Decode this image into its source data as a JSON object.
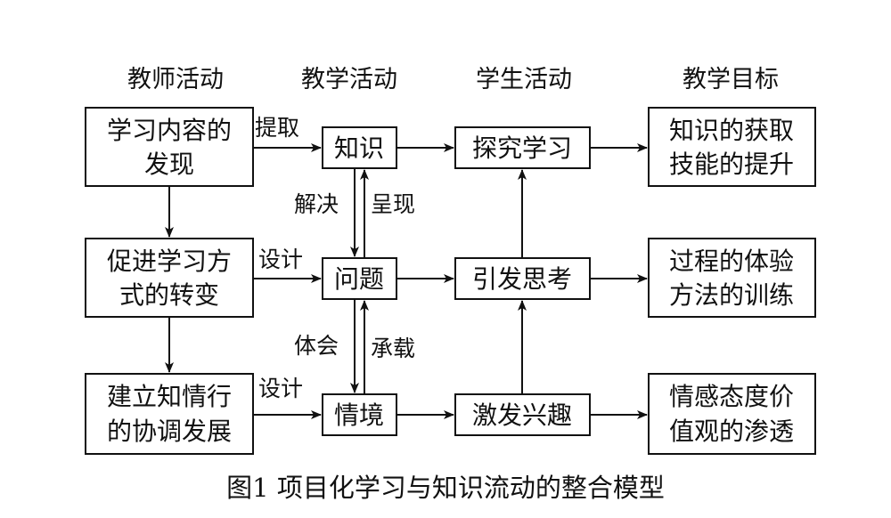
{
  "columns": {
    "teacher": "教师活动",
    "teaching": "教学活动",
    "student": "学生活动",
    "goal": "教学目标"
  },
  "teacher_boxes": {
    "content_discovery": [
      "学习内容的",
      "发现"
    ],
    "method_change": [
      "促进学习方",
      "式的转变"
    ],
    "coordination": [
      "建立知情行",
      "的协调发展"
    ]
  },
  "teaching_boxes": {
    "knowledge": "知识",
    "problem": "问题",
    "situation": "情境"
  },
  "student_boxes": {
    "explore": "探究学习",
    "think": "引发思考",
    "interest": "激发兴趣"
  },
  "goal_boxes": {
    "knowledge_skill": [
      "知识的获取",
      "技能的提升"
    ],
    "process_method": [
      "过程的体验",
      "方法的训练"
    ],
    "emotion_value": [
      "情感态度价",
      "值观的渗透"
    ]
  },
  "edge_labels": {
    "extract": "提取",
    "design1": "设计",
    "design2": "设计",
    "solve": "解决",
    "present": "呈现",
    "experience": "体会",
    "carry": "承载"
  },
  "caption": "图1 项目化学习与知识流动的整合模型"
}
